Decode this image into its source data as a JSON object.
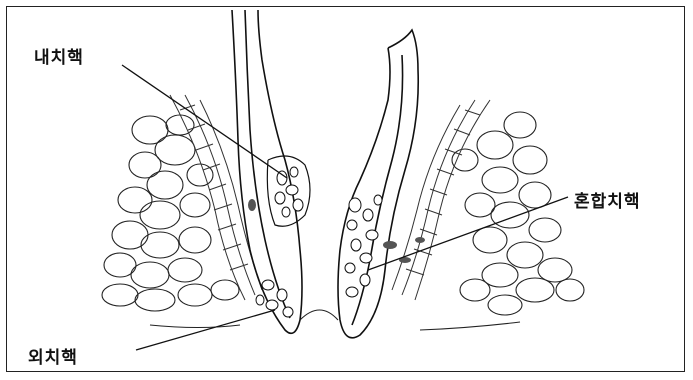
{
  "labels": {
    "internal": "내치핵",
    "mixed": "혼합치핵",
    "external": "외치핵"
  },
  "colors": {
    "ink": "#111111",
    "shade": "#555555",
    "background": "#ffffff"
  }
}
